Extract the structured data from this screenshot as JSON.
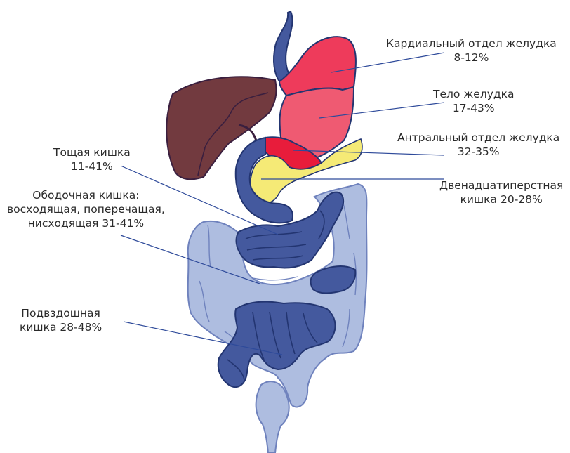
{
  "colors": {
    "dark_blue": "#44599e",
    "dark_outline": "#233571",
    "light_blue": "#aebde0",
    "light_outline": "#6f82bd",
    "liver": "#723a3f",
    "cardia": "#ee3b5b",
    "body": "#ef5a72",
    "antrum": "#e81c3b",
    "duodenum": "#f5ea76",
    "leader": "#2e4a9a"
  },
  "labels": {
    "cardia": {
      "line1": "Кардиальный отдел желудка",
      "line2": "8-12%"
    },
    "body": {
      "line1": "Тело желудка",
      "line2": "17-43%"
    },
    "antrum": {
      "line1": "Антральный отдел желудка",
      "line2": "32-35%"
    },
    "duodenum": {
      "line1": "Двенадцатиперстная",
      "line2": "кишка 20-28%"
    },
    "jejunum": {
      "line1": "Тощая кишка",
      "line2": "11-41%"
    },
    "colon": {
      "line1": "Ободочная кишка:",
      "line2": "восходящая, поперечащая,",
      "line3": "нисходящая 31-41%"
    },
    "ileum": {
      "line1": "Подвздошная",
      "line2": "кишка 28-48%"
    }
  }
}
